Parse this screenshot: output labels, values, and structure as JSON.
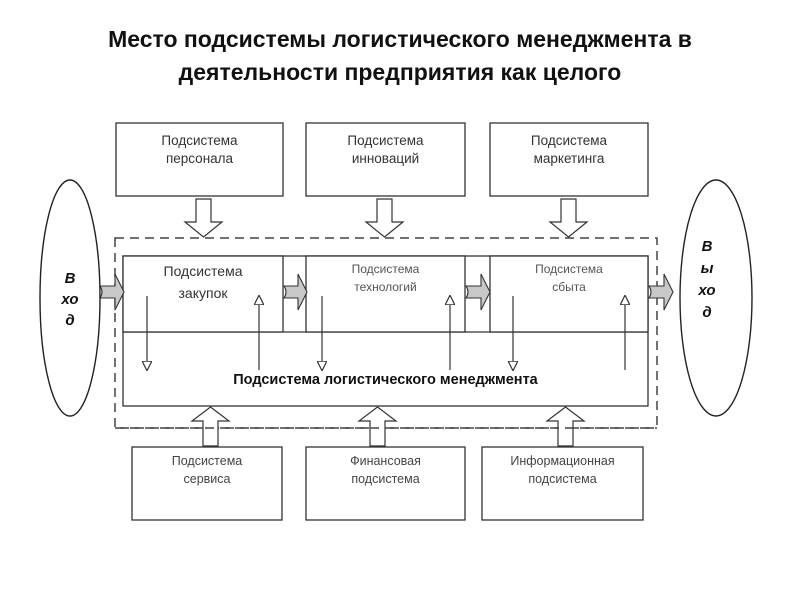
{
  "title": {
    "line1": "Место подсистемы логистического менеджмента в",
    "line2": "деятельности предприятия как целого"
  },
  "input": {
    "lines": [
      "В",
      "хо",
      "д"
    ]
  },
  "output": {
    "lines": [
      "В",
      "ы",
      "хо",
      "д"
    ]
  },
  "top_boxes": [
    {
      "lines": [
        "Подсистема",
        "персонала"
      ]
    },
    {
      "lines": [
        "Подсистема",
        "инноваций"
      ]
    },
    {
      "lines": [
        "Подсистема",
        "маркетинга"
      ]
    }
  ],
  "inner_boxes": [
    {
      "lines": [
        "Подсистема",
        "закупок"
      ]
    },
    {
      "lines": [
        "Подсистема",
        "технологий"
      ]
    },
    {
      "lines": [
        "Подсистема",
        "сбыта"
      ]
    }
  ],
  "core": {
    "label": "Подсистема логистического менеджмента"
  },
  "bottom_boxes": [
    {
      "lines": [
        "Подсистема",
        "сервиса"
      ]
    },
    {
      "lines": [
        "Финансовая",
        "подсистема"
      ]
    },
    {
      "lines": [
        "Информационная",
        "подсистема"
      ]
    }
  ],
  "colors": {
    "stroke": "#333333",
    "flow_arrow_fill": "#c8c8c8",
    "text": "#222222"
  }
}
